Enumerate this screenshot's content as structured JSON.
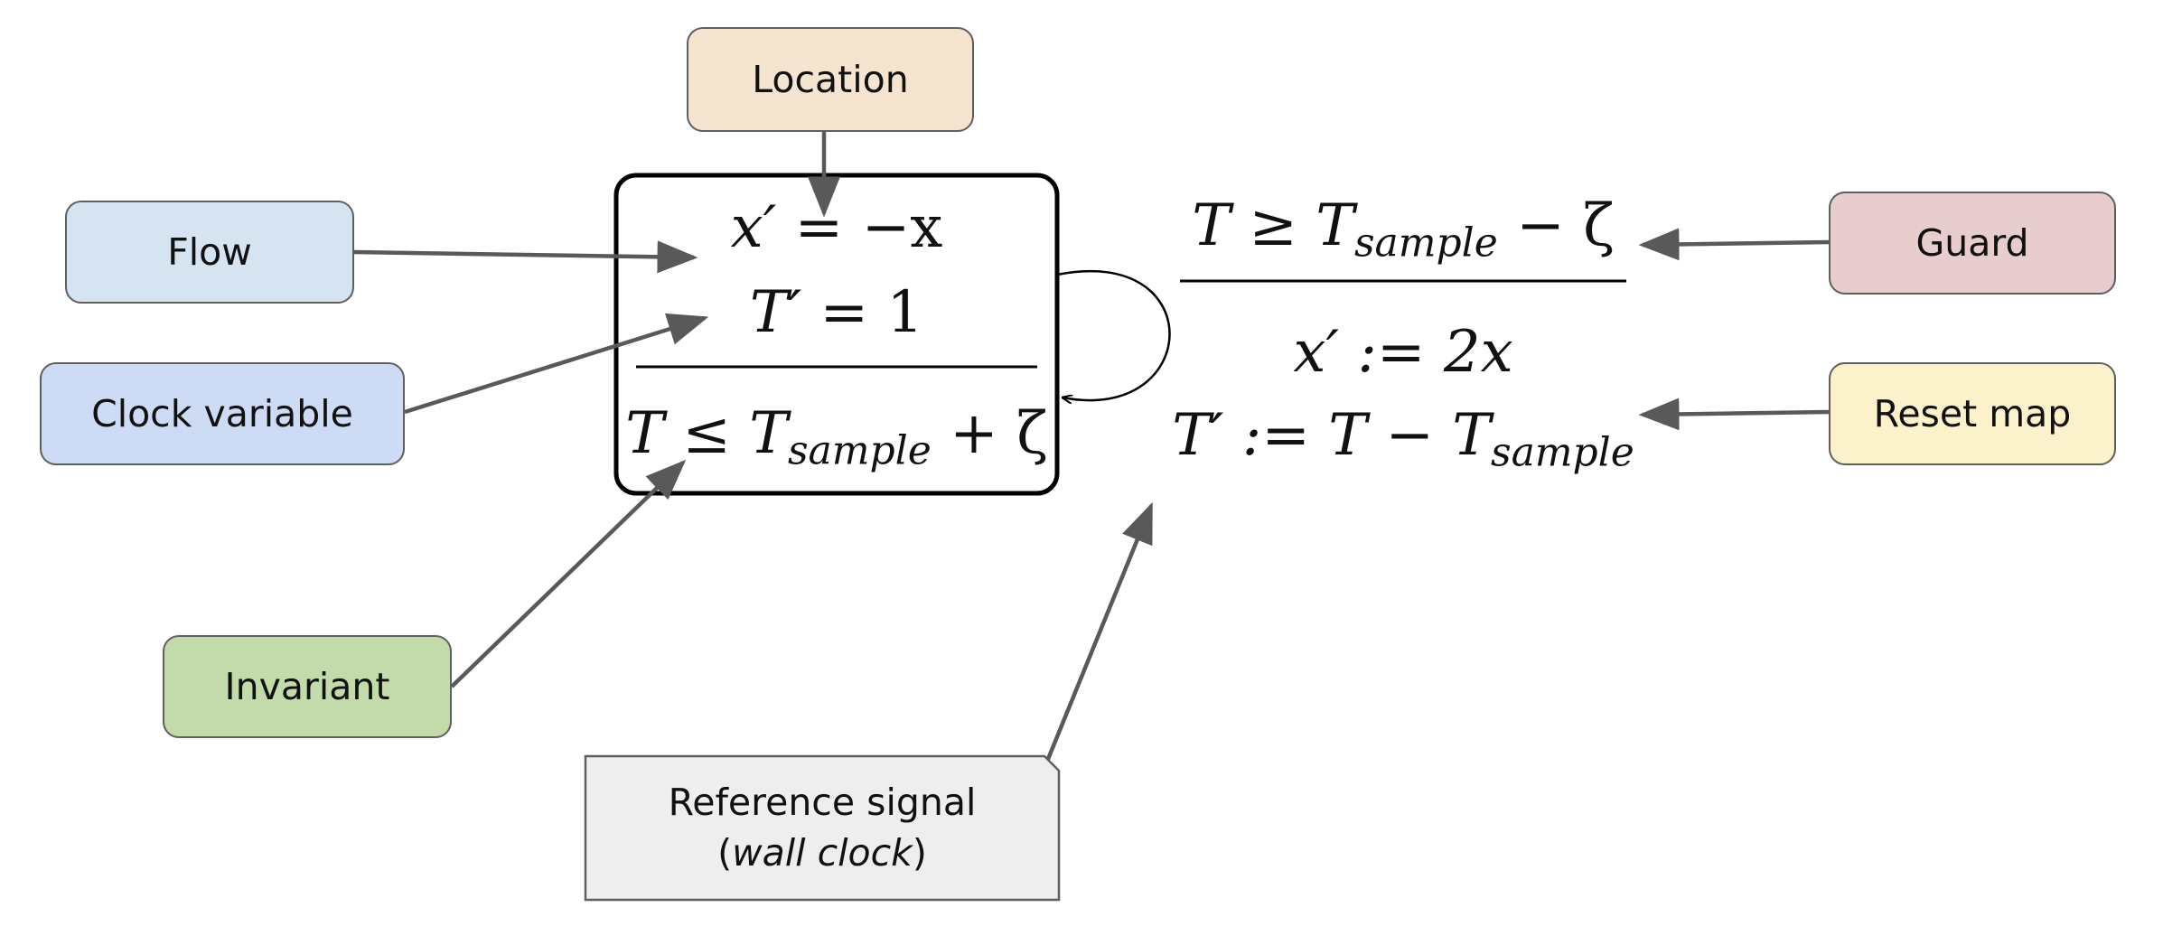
{
  "labels": {
    "location": "Location",
    "flow": "Flow",
    "clock_variable": "Clock variable",
    "invariant": "Invariant",
    "guard": "Guard",
    "reset_map": "Reset map",
    "reference_signal": "Reference signal",
    "reference_signal_detail": "wall clock"
  },
  "location_box": {
    "flow_x_lhs": "x′",
    "flow_x_rhs": "= −x",
    "flow_T_lhs": "T′",
    "flow_T_rhs": "= 1",
    "invariant_lhs": "T ≤ T",
    "invariant_sub": "sample",
    "invariant_rhs": "+ ζ"
  },
  "transition": {
    "guard_lhs": "T ≥ T",
    "guard_sub": "sample",
    "guard_rhs": "− ζ",
    "reset_x_lhs": "x′",
    "reset_x_rhs": ":= 2x",
    "reset_T_lhs": "T′ := T − T",
    "reset_T_sub": "sample"
  },
  "colors": {
    "location": "#f5e4cf",
    "flow": "#d6e3f1",
    "clock_variable": "#cedbf5",
    "invariant": "#c3dbaa",
    "guard": "#e8cdcf",
    "reset_map": "#fbf2cc",
    "reference_signal": "#eeeeee",
    "arrow": "#595959"
  }
}
